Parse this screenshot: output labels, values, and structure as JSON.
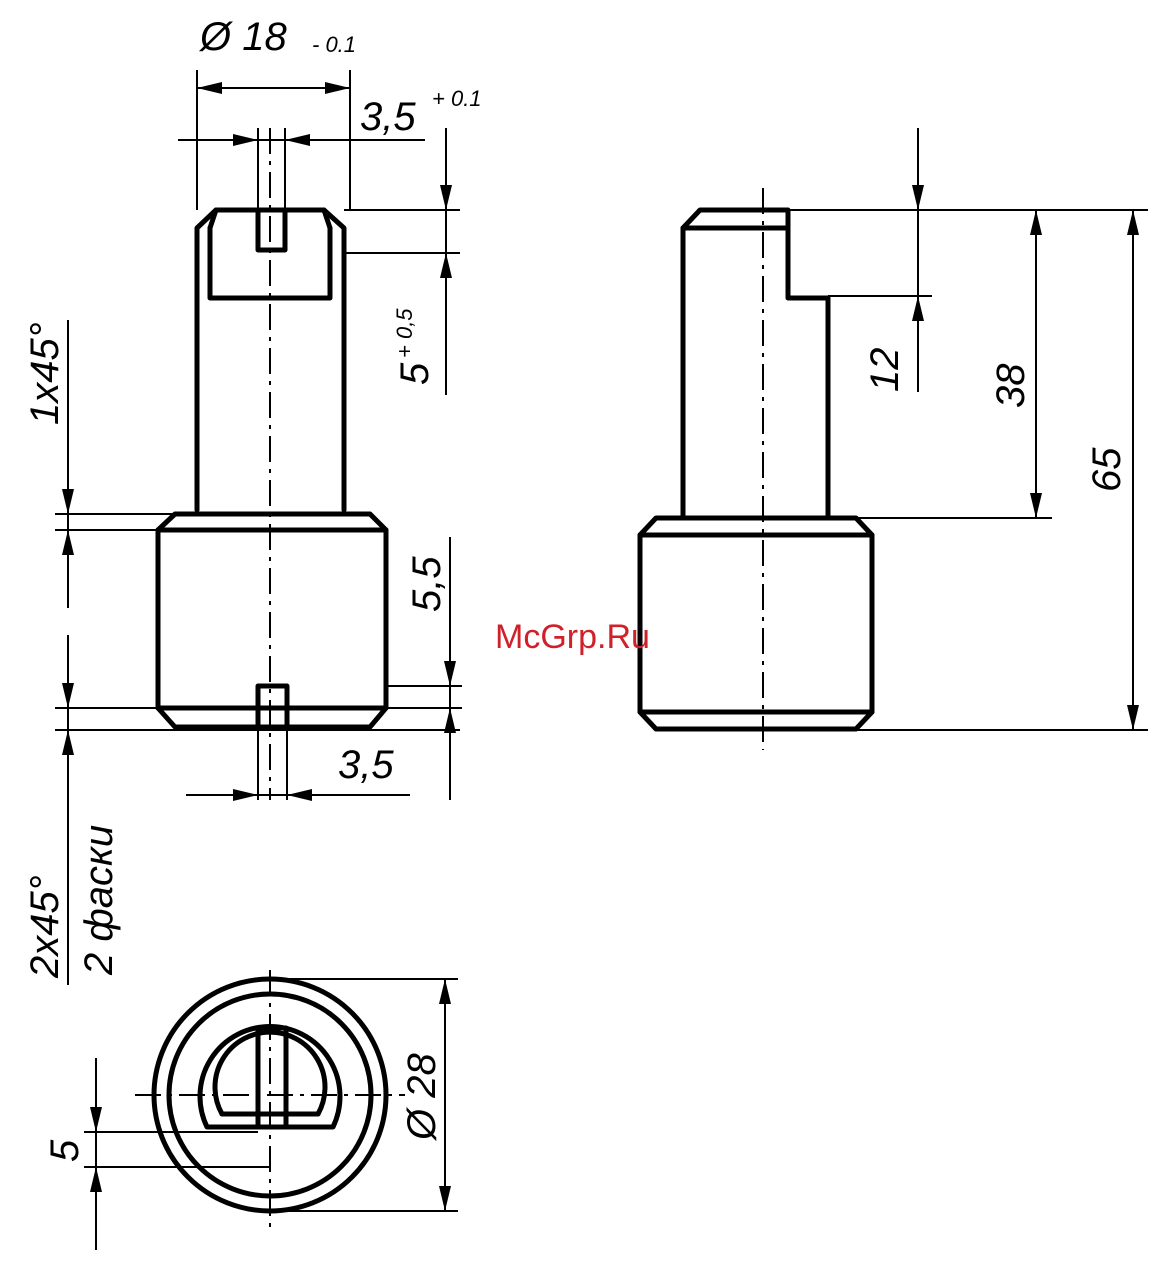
{
  "dimensions": {
    "diameter_18": "Ø 18",
    "diameter_18_tol": "- 0.1",
    "slot_width_top": "3,5",
    "slot_width_top_tol": "+ 0.1",
    "slot_depth": "5",
    "slot_depth_tol": "+ 0,5",
    "chamfer_top": "1x45°",
    "head_chamfer_height": "5,5",
    "slot_width_bottom": "3,5",
    "chamfer_bottom": "2x45°",
    "chamfer_bottom_note": "2 фаски",
    "step_height": "12",
    "shank_length": "38",
    "total_length": "65",
    "diameter_28": "Ø 28",
    "flat_offset": "5"
  },
  "watermark": {
    "text": "McGrp.Ru",
    "color": "#d0202a"
  }
}
